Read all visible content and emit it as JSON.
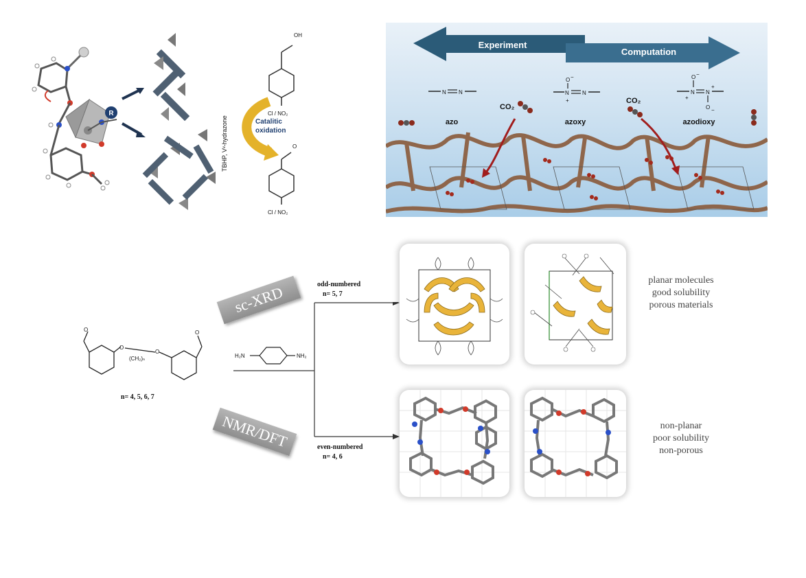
{
  "panel1": {
    "atom_label_R": "R",
    "reaction": {
      "reagent_vertical": "TBHP, Vᵛ-hydrazone",
      "arrow_label_line1": "Catalitic",
      "arrow_label_line2": "oxidation",
      "substrate_group": "OH",
      "product_group": "O",
      "substituent_top": "Cl / NO₂",
      "substituent_bottom": "Cl / NO₂"
    }
  },
  "panel2": {
    "arrow_left_label": "Experiment",
    "arrow_right_label": "Computation",
    "azo_label": "azo",
    "azoxy_label": "azoxy",
    "azodioxy_label": "azodioxy",
    "co2_label_1": "CO₂",
    "co2_label_2": "CO₂",
    "azoxy_o": "O",
    "azodioxy_o_top": "O",
    "azodioxy_o_bottom": "O",
    "atom_n": "N",
    "charge_minus": "−",
    "charge_plus": "+"
  },
  "panel3": {
    "banner_top": "sc-XRD",
    "banner_bottom": "NMR/DFT",
    "reactant_label": "n= 4, 5, 6, 7",
    "linker_o1": "O",
    "linker_o2": "O",
    "linker_chain": "(CH₂)ₙ",
    "amine_left": "H₂N",
    "amine_right": "NH₂",
    "odd_title": "odd-numbered",
    "odd_n": "n= 5, 7",
    "even_title": "even-numbered",
    "even_n": "n= 4, 6",
    "odd_props": [
      "planar molecules",
      "good solubility",
      "porous materials"
    ],
    "even_props": [
      "non-planar",
      "poor solubility",
      "non-porous"
    ]
  },
  "colors": {
    "panel2_bg": "#dbe9f4",
    "panel2_arrow": "#2b5b78",
    "gold": "#e9b43a",
    "oxygen": "#d13a2a",
    "nitrogen": "#2a50c8"
  }
}
